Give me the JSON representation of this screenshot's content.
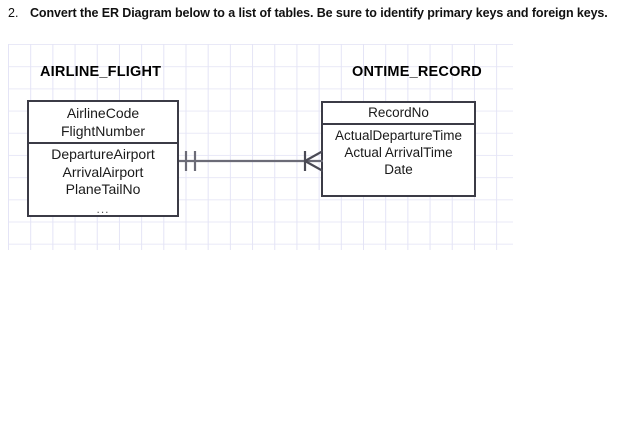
{
  "question": {
    "number": "2.",
    "text": "Convert the ER Diagram below to a list of tables.  Be sure to identify primary keys and foreign keys."
  },
  "diagram": {
    "type": "er-diagram",
    "background": "graph-paper-grid",
    "grid_color": "#e6e6f6",
    "entities": [
      {
        "id": "airline-flight",
        "title": "AIRLINE_FLIGHT",
        "key_attributes": [
          "AirlineCode",
          "FlightNumber"
        ],
        "attributes": [
          "DepartureAirport",
          "ArrivalAirport",
          "PlaneTailNo",
          "..."
        ]
      },
      {
        "id": "ontime-record",
        "title": "ONTIME_RECORD",
        "key_attributes": [
          "RecordNo"
        ],
        "attributes": [
          "ActualDepartureTime",
          "Actual ArrivalTime",
          "Date"
        ]
      }
    ],
    "relationship": {
      "from": "airline-flight",
      "to": "ontime-record",
      "left_cardinality": "one-and-only-one",
      "left_notation": "double-bar",
      "right_cardinality": "many",
      "right_notation": "crows-foot",
      "line_color": "#6b6b77"
    }
  }
}
